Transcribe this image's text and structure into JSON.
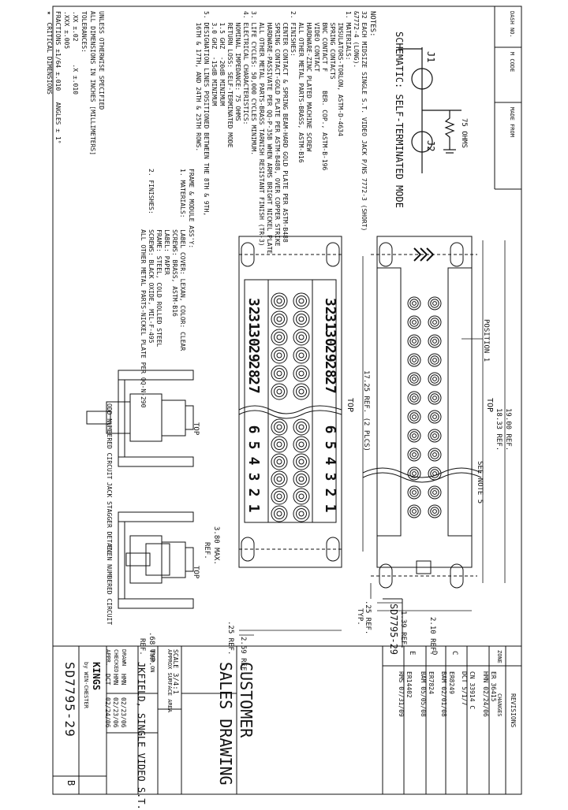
{
  "title_block": {
    "customer": "CUSTOMER",
    "sales_drawing": "SALES DRAWING",
    "part_title": "JKFIELD, SINGLE VIDEO S.T.",
    "drawing_number": "SD7795-29",
    "revision": "B",
    "scale_label": "SCALE",
    "scale_value": "3/4:1",
    "approx_surface_area": "APPROX SURFACE AREA",
    "used_on": "USED ON",
    "drawn": "DRAWN",
    "drawn_by": "HMN",
    "drawn_date": "02/23/06",
    "checked": "CHECKED",
    "checked_by": "HMN",
    "checked_date": "02/23/06",
    "approved": "APPR.",
    "approved_by": "DCT",
    "approved_date": "02/24/06",
    "company": "KINGS",
    "company_sub": "by WIN-CHESTER"
  },
  "side_number": "SD7795-29",
  "revisions": {
    "header": "REVISIONS",
    "changes": "CHANGES",
    "zone": "ZONE",
    "rows": [
      {
        "rev": "",
        "lines": [
          "ER 36415",
          "HMN 02/24/06"
        ]
      },
      {
        "rev": "",
        "lines": [
          "CN 33914 C",
          "DCT 5/1/7"
        ]
      },
      {
        "rev": "C",
        "lines": [
          "ER8249",
          "BAM 02/01/08"
        ]
      },
      {
        "rev": "D",
        "lines": [
          "ER7824",
          "BAM 05/05/08"
        ]
      },
      {
        "rev": "E",
        "lines": [
          "ER14402",
          "RMS 07/31/09"
        ]
      }
    ]
  },
  "header_tabs": [
    "DASH NO.",
    "M CODE",
    "MADE FROM"
  ],
  "schematic": {
    "title": "SCHEMATIC: SELF-TERMINATED MODE",
    "j1": "J1",
    "j2": "J2",
    "resistor": "75 OHMS"
  },
  "notes": {
    "header": "NOTES:",
    "lines": [
      "32 EACH MIDSIZE SINGLE S.T. VIDEO JACK P/NS 7772-3 (SHORT)",
      "&7772-4 (LONG).",
      "1. MATERIALS:",
      "   INSULATORS-TORLON, ASTM-D-4634",
      "   SPRING CONTACTS",
      "   BNC CONTACT F     BER. COP., ASTM-B-196",
      "   VIDEO CONTACT",
      "   HARDWARE-ZINC PLATED MACHINE SCREW",
      "   ALL OTHER METAL PARTS-BRASS, ASTM-B16",
      "2. FINISHES:",
      "   CENTER CONTACT & SPRING BEAM-HARD GOLD PLATE PER ASTM-B488",
      "   SPRING CONTACT-GOLD PLATE PER ASTM-B488, OVER COPPER STRIKE",
      "   HARDWARE-PASSIVATE PER QQ-P-35B WHEN ARMS BRIGHT NICKEL PLATE",
      "   ALL OTHER METAL PARTS-BRASS TARNISH RESISTANT FINISH (TR-3)",
      "3. LIFE CYCLES: 50,000 CYCLES MINIMUM.",
      "4. ELECTRICAL CHARACTERISTICS:",
      "   NOMINAL IMPEDANCE: 75 OHMS",
      "   RETURN LOSS: SELF-TERMINATED MODE",
      "   1.5 GHZ  -20dB MINIMUM",
      "   3.0 GHZ  -15dB MINIMUM",
      "5. DESIGNATION LINES POSITIONED BETWEEN THE 8TH & 9TH,",
      "   16TH & 17TH, AND 24TH & 25TH ROWS."
    ]
  },
  "frame_notes": {
    "header": "FRAME & MODULE ASS'Y:",
    "lines": [
      "1. MATERIALS:   LABEL COVER: LEXAN, COLOR: CLEAR",
      "                SCREWS: BRASS, ASTM-B16",
      "                LABEL: PAPER",
      "                FRAME: STEEL, COLD ROLLED STEEL",
      "2. FINISHES:    SCREWS: BLACK OXIDE, MIL-F-495",
      "                ALL OTHER METAL PARTS-NICKEL PLATE PER QQ-N-290"
    ]
  },
  "tolerances": {
    "lines": [
      "UNLESS OTHERWISE SPECIFIED",
      "ALL DIMENSIONS IN INCHES [MILLIMETERS]",
      "TOLERANCES:",
      ".XX ±.02      .X ±.010",
      ".XXX ±.005",
      "FRACTIONS ±1/64 ±.010   ANGLES ± 1°",
      "★  CRITICAL DIMENSIONS"
    ]
  },
  "front_view": {
    "top_numbers": [
      "32",
      "31",
      "30",
      "29",
      "28",
      "27"
    ],
    "bottom_numbers": [
      "6",
      "5",
      "4",
      "3",
      "2",
      "1"
    ],
    "top_label": "TOP",
    "dim_259": "2.59 REF.",
    "dim_25": ".25 REF."
  },
  "rear_view": {
    "position_1": "POSITION 1",
    "top_label": "TOP",
    "see_note": "SEE NOTE 5",
    "dim_1725": "17.25 REF. (2 PLCS)",
    "dim_1900": "19.00 REF.",
    "dim_1833": "18.33 REF.",
    "dim_25": ".25 REF.",
    "typ": "TYP.",
    "dim_139": "1.39 REF.",
    "dim_210": "2.10 REF."
  },
  "details": {
    "odd": "ODD NUMBERED CIRCUIT",
    "even": "EVEN NUMBERED CIRCUIT",
    "stagger": "JACK STAGGER DETAIL",
    "top1": "TOP",
    "top2": "TOP",
    "max": "3.80 MAX.",
    "ref": "REF.",
    "typ68": ".68 TYP.",
    "ref2": "REF."
  }
}
